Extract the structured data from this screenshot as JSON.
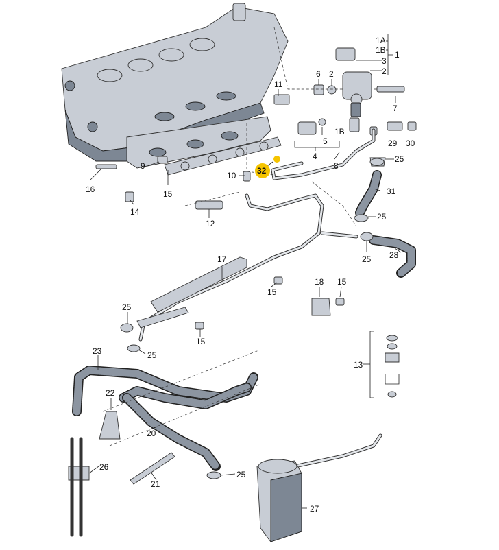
{
  "callouts": {
    "c1a": "1A",
    "c1b_top": "1B",
    "c1": "1",
    "c2_right": "2",
    "c3": "3",
    "c6": "6",
    "c2_left": "2",
    "c11": "11",
    "c7": "7",
    "c1b_mid": "1B",
    "c5": "5",
    "c4": "4",
    "c8": "8",
    "c29": "29",
    "c30": "30",
    "c25_a": "25",
    "c9": "9",
    "c15_a": "15",
    "c10": "10",
    "c32": "32",
    "c16": "16",
    "c14": "14",
    "c12": "12",
    "c31": "31",
    "c25_b": "25",
    "c25_c": "25",
    "c28": "28",
    "c17": "17",
    "c15_b": "15",
    "c18": "18",
    "c15_c": "15",
    "c25_d": "25",
    "c15_d": "15",
    "c25_e": "25",
    "c23": "23",
    "c13": "13",
    "c22": "22",
    "c20": "20",
    "c26": "26",
    "c25_f": "25",
    "c21": "21",
    "c27": "27"
  },
  "colors": {
    "highlight": "#f5c400",
    "line": "#222222",
    "metal": "#c8cdd5",
    "hose": "#8c95a1"
  }
}
